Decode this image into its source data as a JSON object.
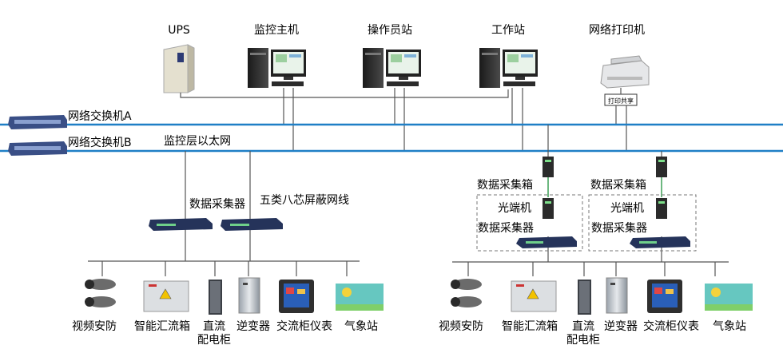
{
  "top_devices": {
    "ups": "UPS",
    "monitor_host": "监控主机",
    "operator_station": "操作员站",
    "workstation": "工作站",
    "network_printer": "网络打印机",
    "print_share": "打印共享"
  },
  "network": {
    "switch_a": "网络交换机A",
    "switch_b": "网络交换机B",
    "ethernet_layer": "监控层以太网",
    "cable_label": "五类八芯屏蔽网线"
  },
  "left_group": {
    "collector_label": "数据采集器"
  },
  "right_group": {
    "collector_box_1": "数据采集箱",
    "collector_box_2": "数据采集箱",
    "optical_1": "光端机",
    "collector_1": "数据采集器",
    "optical_2": "光端机",
    "collector_2": "数据采集器"
  },
  "field_devices_left": {
    "video": "视频安防",
    "combiner": "智能汇流箱",
    "dc_cabinet_1": "直流",
    "dc_cabinet_2": "配电柜",
    "inverter": "逆变器",
    "ac_meter": "交流柜仪表",
    "weather": "气象站"
  },
  "field_devices_right": {
    "video": "视频安防",
    "combiner": "智能汇流箱",
    "dc_cabinet_1": "直流",
    "dc_cabinet_2": "配电柜",
    "inverter": "逆变器",
    "ac_meter": "交流柜仪表",
    "weather": "气象站"
  },
  "colors": {
    "bus_line": "#1f7fc6",
    "wire": "#555555",
    "green_wire": "#2f9a4a",
    "switch_body": "#3a4f86",
    "weather_bg": "#66c7c0"
  }
}
